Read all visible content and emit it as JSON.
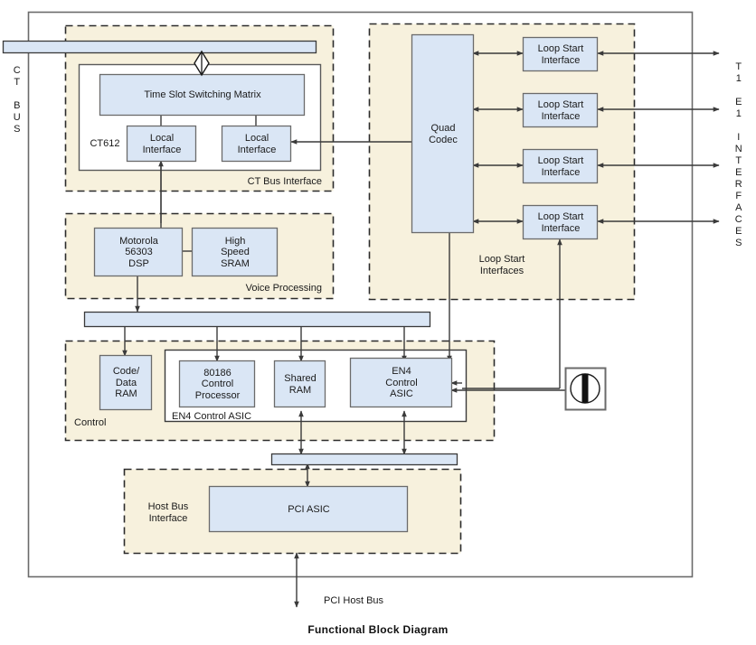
{
  "caption": "Functional Block Diagram",
  "colors": {
    "block_fill": "#dae6f5",
    "zone_fill": "#f7f1dd",
    "block_stroke": "#6b6b6b",
    "zone_stroke": "#2b2b2b",
    "wire": "#3a3a3a",
    "frame": "#6b6b6b",
    "page_bg": "#ffffff"
  },
  "side_labels": {
    "left_bus": "C\nT\n\nB\nU\nS",
    "right_interfaces": "T\n1\n\nE\n1\n\nI\nN\nT\nE\nR\nF\nA\nC\nE\nS"
  },
  "zones": [
    {
      "id": "ct-bus-interface",
      "label": "CT Bus Interface"
    },
    {
      "id": "loop-start-interfaces",
      "label": "Loop Start\nInterfaces"
    },
    {
      "id": "voice-processing",
      "label": "Voice Processing"
    },
    {
      "id": "control",
      "label": "Control"
    },
    {
      "id": "en4-control-asic",
      "label": "EN4 Control ASIC"
    },
    {
      "id": "host-bus-interface",
      "label": "Host Bus\nInterface"
    }
  ],
  "blocks": {
    "time_slot_switching_matrix": "Time Slot Switching Matrix",
    "ct612": "CT612",
    "local_interface_left": "Local\nInterface",
    "local_interface_right": "Local\nInterface",
    "quad_codec": "Quad\nCodec",
    "loop_start_interface_1": "Loop Start\nInterface",
    "loop_start_interface_2": "Loop Start\nInterface",
    "loop_start_interface_3": "Loop Start\nInterface",
    "loop_start_interface_4": "Loop Start\nInterface",
    "motorola_dsp": "Motorola\n56303\nDSP",
    "high_speed_sram": "High\nSpeed\nSRAM",
    "code_data_ram": "Code/\nData\nRAM",
    "control_processor": "80186\nControl\nProcessor",
    "shared_ram": "Shared\nRAM",
    "en4_control_asic_block": "EN4\nControl\nASIC",
    "pci_asic": "PCI ASIC"
  },
  "edges": {
    "pci_host_bus": "PCI Host Bus"
  },
  "icons": {
    "ct_bus_connector": "diamond-connector-icon",
    "external_connector": "circle-jack-connector-icon"
  }
}
